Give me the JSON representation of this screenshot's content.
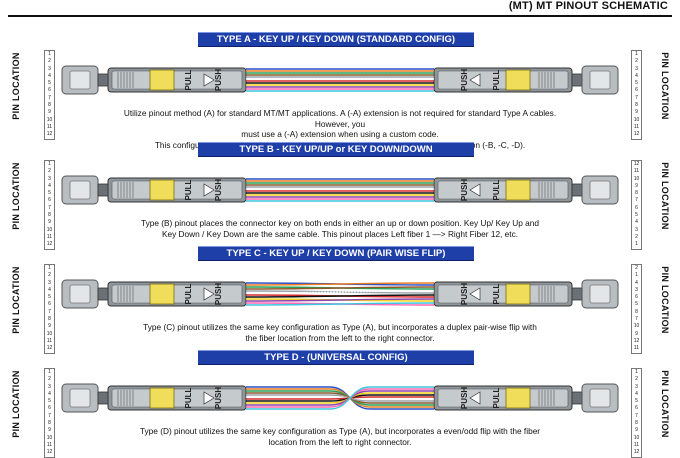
{
  "page": {
    "title": "(MT) MT PINOUT SCHEMATIC"
  },
  "pin_label": "PIN LOCATION",
  "connector": {
    "pull_text": "PULL",
    "push_text": "PUSH"
  },
  "colors": {
    "banner": "#1f3fa8",
    "fibers": [
      "#2d4fc9",
      "#e67e22",
      "#27a05a",
      "#8b5a2b",
      "#9aa3ab",
      "#f5f5f5",
      "#d62b2b",
      "#111111",
      "#f2d21b",
      "#8e44ad",
      "#ff69b4",
      "#3cc6e0"
    ]
  },
  "sections": [
    {
      "id": "type-a",
      "banner": "TYPE A - KEY UP / KEY DOWN (STANDARD CONFIG)",
      "left_pins": [
        "1",
        "2",
        "3",
        "4",
        "5",
        "6",
        "7",
        "8",
        "9",
        "10",
        "11",
        "12"
      ],
      "right_pins": [
        "1",
        "2",
        "3",
        "4",
        "5",
        "6",
        "7",
        "8",
        "9",
        "10",
        "11",
        "12"
      ],
      "description": [
        "Utilize pinout method (A) for standard MT/MT applications. A (-A) extension is not required for standard Type A cables. However, you",
        "must use a (-A) extension when using a custom code.",
        "This configuration is the default standard unless otherwise stated with a pinout extension (-B, -C, -D)."
      ],
      "mapping": "straight"
    },
    {
      "id": "type-b",
      "banner": "TYPE B - KEY UP/UP or KEY DOWN/DOWN",
      "left_pins": [
        "1",
        "2",
        "3",
        "4",
        "5",
        "6",
        "7",
        "8",
        "9",
        "10",
        "11",
        "12"
      ],
      "right_pins": [
        "12",
        "11",
        "10",
        "9",
        "8",
        "7",
        "6",
        "5",
        "4",
        "3",
        "2",
        "1"
      ],
      "description": [
        "Type (B) pinout places the connector key on both ends in either an up or down position. Key Up/ Key Up and",
        "Key Down / Key Down are the same cable. This pinout places Left fiber 1 —> Right Fiber 12, etc."
      ],
      "mapping": "straight"
    },
    {
      "id": "type-c",
      "banner": "TYPE C - KEY UP / KEY DOWN (PAIR WISE FLIP)",
      "left_pins": [
        "1",
        "2",
        "3",
        "4",
        "5",
        "6",
        "7",
        "8",
        "9",
        "10",
        "11",
        "12"
      ],
      "right_pins": [
        "2",
        "1",
        "4",
        "3",
        "6",
        "5",
        "8",
        "7",
        "10",
        "9",
        "12",
        "11"
      ],
      "description": [
        "Type (C) pinout utilizes the same key configuration as Type (A), but incorporates a duplex pair-wise flip with",
        "the fiber location from the left to the right connector."
      ],
      "mapping": "pair-flip"
    },
    {
      "id": "type-d",
      "banner": "TYPE D - (UNIVERSAL CONFIG)",
      "left_pins": [
        "1",
        "2",
        "3",
        "4",
        "5",
        "6",
        "7",
        "8",
        "9",
        "10",
        "11",
        "12"
      ],
      "right_pins": [
        "1",
        "2",
        "3",
        "4",
        "5",
        "6",
        "7",
        "8",
        "9",
        "10",
        "11",
        "12"
      ],
      "description": [
        "Type (D) pinout utilizes the same key configuration as Type (A), but incorporates a even/odd flip with the fiber",
        "location from the left to right connector."
      ],
      "mapping": "even-odd-flip"
    }
  ]
}
